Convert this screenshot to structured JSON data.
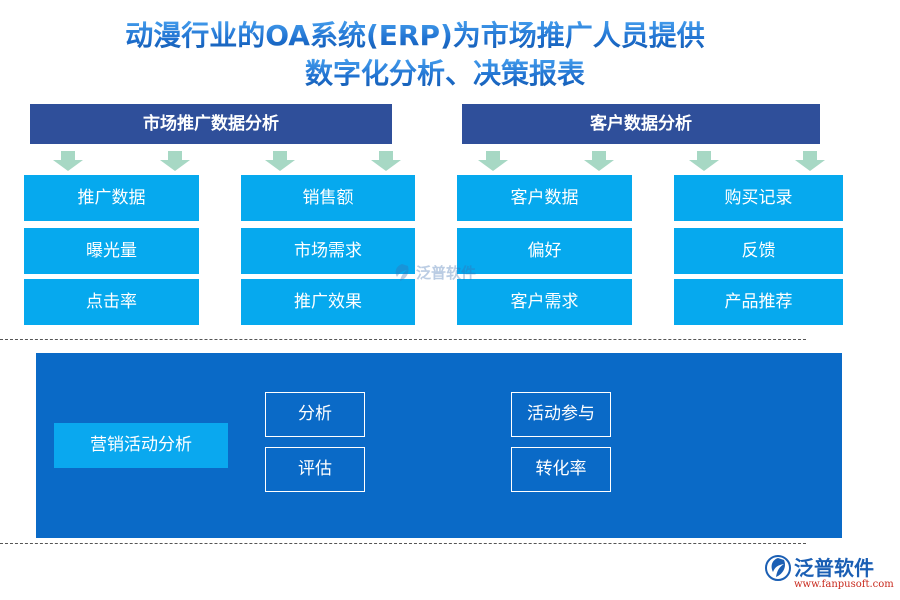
{
  "title": {
    "line1": "动漫行业的OA系统(ERP)为市场推广人员提供",
    "line2": "数字化分析、决策报表"
  },
  "sections": {
    "market": {
      "label": "市场推广数据分析"
    },
    "customer": {
      "label": "客户数据分析"
    }
  },
  "columns": [
    {
      "items": [
        "推广数据",
        "曝光量",
        "点击率"
      ]
    },
    {
      "items": [
        "销售额",
        "市场需求",
        "推广效果"
      ]
    },
    {
      "items": [
        "客户数据",
        "偏好",
        "客户需求"
      ]
    },
    {
      "items": [
        "购买记录",
        "反馈",
        "产品推荐"
      ]
    }
  ],
  "marketing": {
    "label": "营销活动分析",
    "left": [
      "分析",
      "评估"
    ],
    "right": [
      "活动参与",
      "转化率"
    ]
  },
  "watermark": {
    "text": "泛普软件"
  },
  "logo": {
    "name": "泛普软件",
    "url": "www.fanpusoft.com"
  },
  "colors": {
    "header": "#2f4f9a",
    "cell": "#06a9ee",
    "panel": "#0a6ac7",
    "arrow": "#a7d8c4",
    "title": "#1d6fcf"
  }
}
